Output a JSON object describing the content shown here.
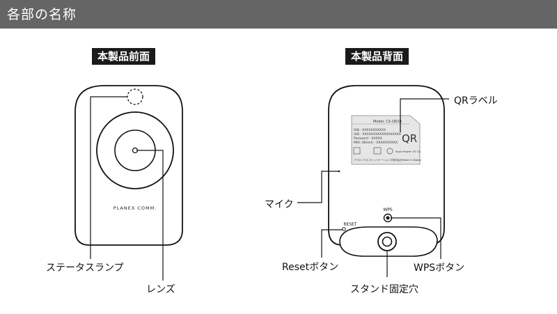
{
  "header": {
    "title": "各部の名称"
  },
  "front": {
    "section_label": "本製品前面",
    "brand": "PLANEX COMM.",
    "callouts": {
      "status_lamp": "ステータスランプ",
      "lens": "レンズ"
    }
  },
  "back": {
    "section_label": "本製品背面",
    "label_sticker": {
      "model": "Model: CS-QR10",
      "sn": "S/N   : XXXXXXXXXXX",
      "uid": "UID   : XXXXXXXXXXXXXXXXXX",
      "password": "Password  : XXXXX",
      "mac": "MAC (Wired) : XXXXXXXXXX",
      "input_power": "Input Power: 5V 2A",
      "maker": "プラネックスコミュニケーションズ株式会社",
      "origin": "Made in Taiwan",
      "qr": "QR"
    },
    "button_labels": {
      "wps": "WPS",
      "reset": "RESET"
    },
    "callouts": {
      "qr_label": "QRラベル",
      "mic": "マイク",
      "reset_button": "Resetボタン",
      "wps_button": "WPSボタン",
      "stand_hole": "スタンド固定穴"
    }
  }
}
